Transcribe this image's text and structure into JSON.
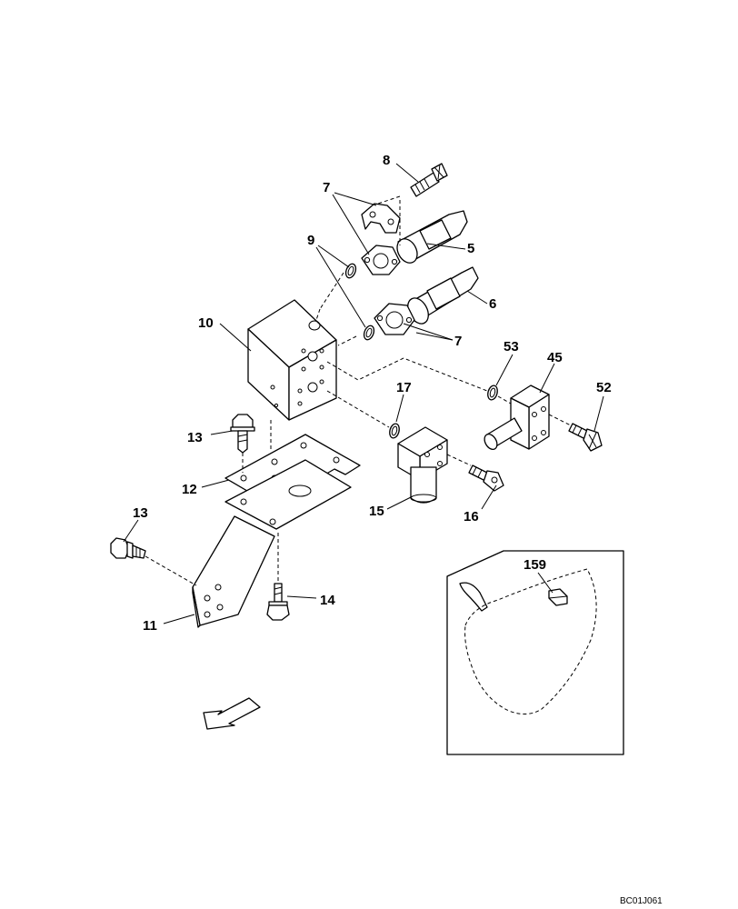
{
  "callouts": {
    "p8": "8",
    "p7a": "7",
    "p9": "9",
    "p5": "5",
    "p6": "6",
    "p7b": "7",
    "p10": "10",
    "p53": "53",
    "p45": "45",
    "p52": "52",
    "p17": "17",
    "p13a": "13",
    "p12": "12",
    "p15": "15",
    "p16": "16",
    "p13b": "13",
    "p14": "14",
    "p11": "11",
    "p159": "159"
  },
  "document_id": "BC01J061"
}
